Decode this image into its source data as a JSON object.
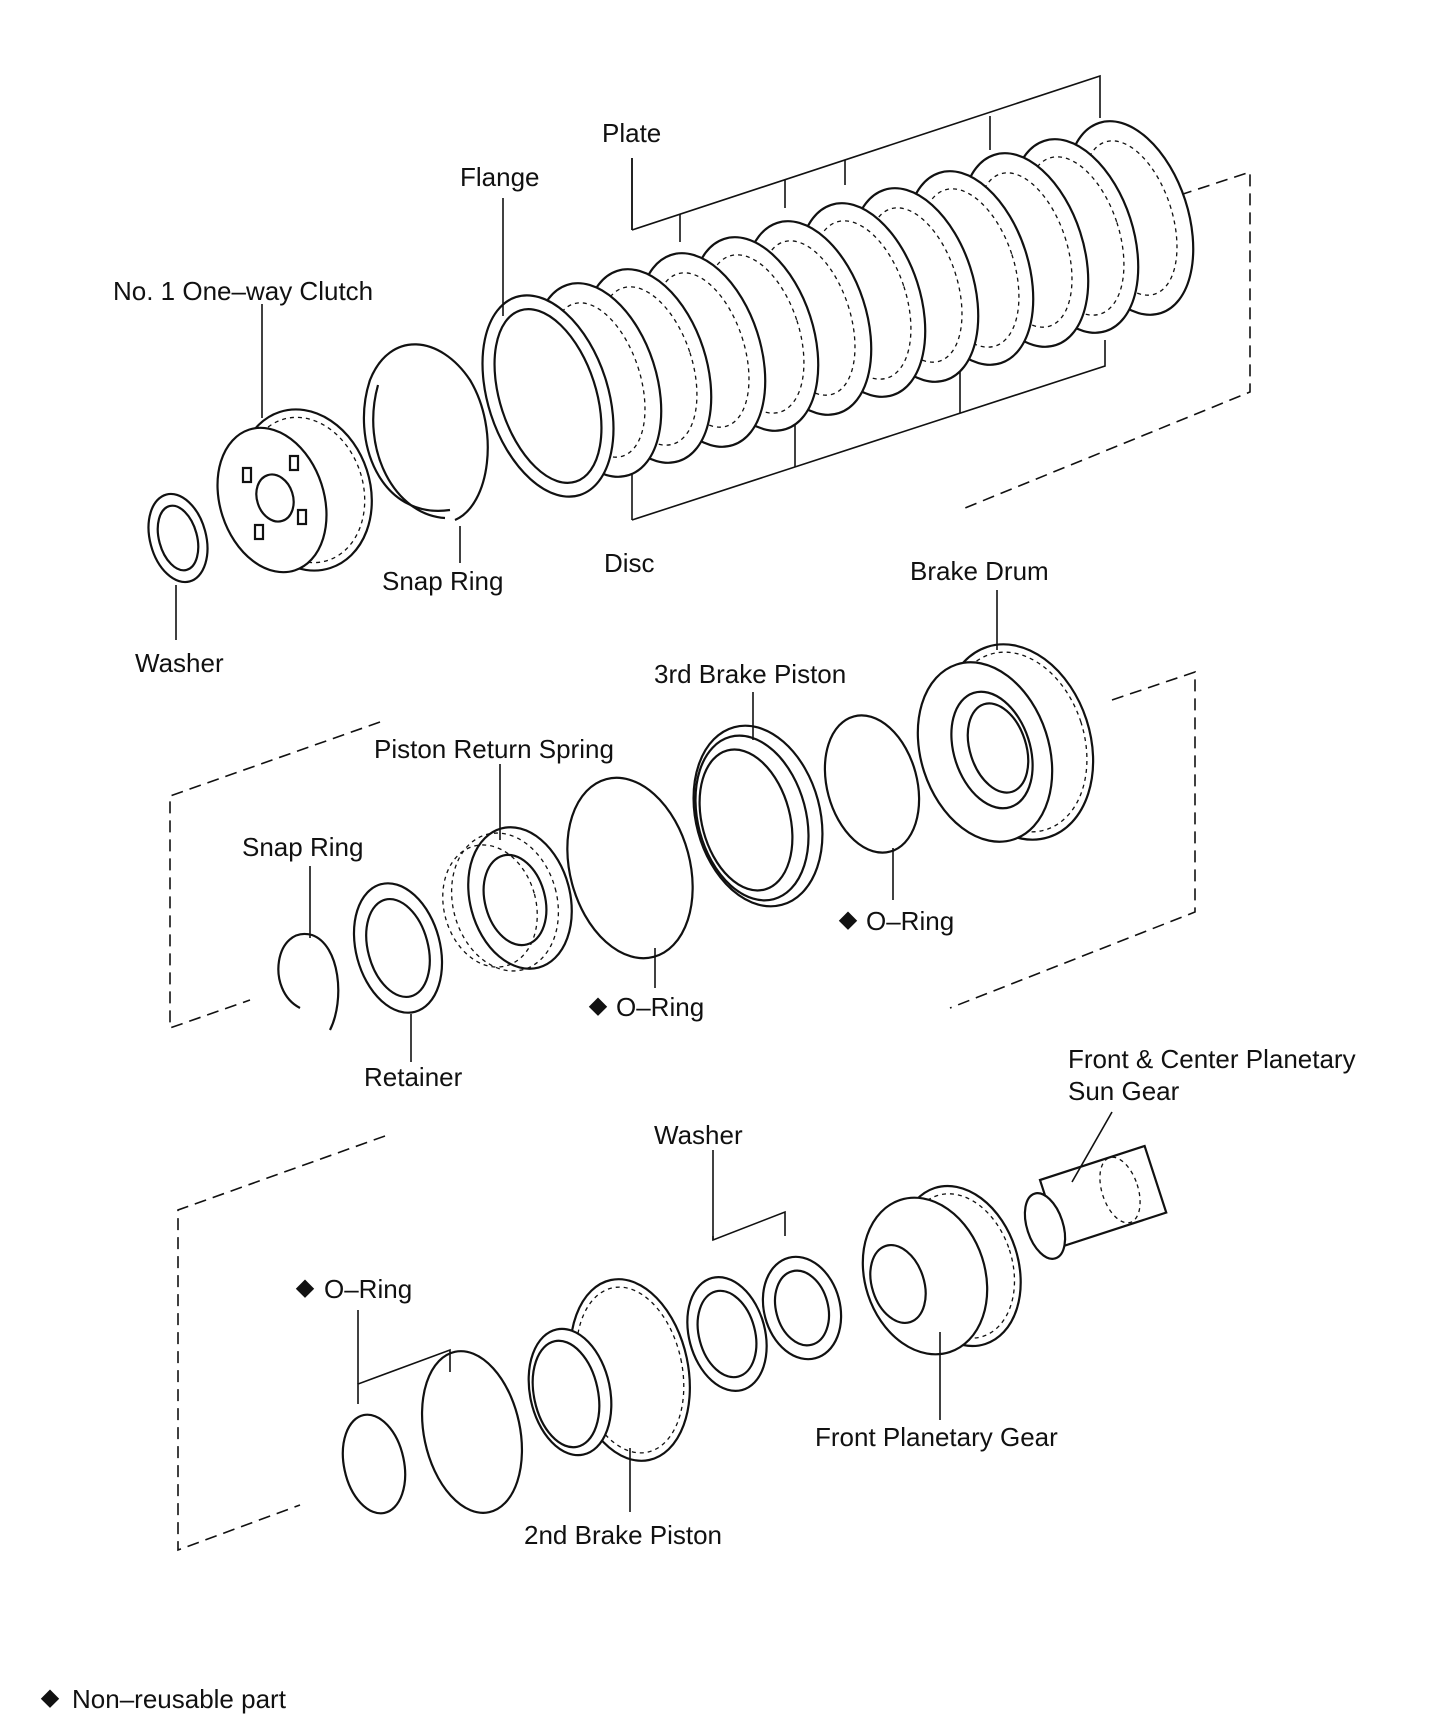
{
  "labels": {
    "plate": "Plate",
    "flange": "Flange",
    "one_way_clutch": "No. 1 One–way Clutch",
    "snap_ring_top": "Snap Ring",
    "disc": "Disc",
    "washer_top": "Washer",
    "brake_drum": "Brake Drum",
    "third_brake_piston": "3rd Brake Piston",
    "piston_return_spring": "Piston Return Spring",
    "snap_ring_mid": "Snap Ring",
    "o_ring_mid_right": "O–Ring",
    "o_ring_mid_left": "O–Ring",
    "retainer": "Retainer",
    "sun_gear_line1": "Front & Center Planetary",
    "sun_gear_line2": "Sun Gear",
    "washer_bottom": "Washer",
    "o_ring_bottom": "O–Ring",
    "front_planetary_gear": "Front Planetary Gear",
    "second_brake_piston": "2nd Brake Piston"
  },
  "legend": {
    "text": "Non–reusable part"
  }
}
